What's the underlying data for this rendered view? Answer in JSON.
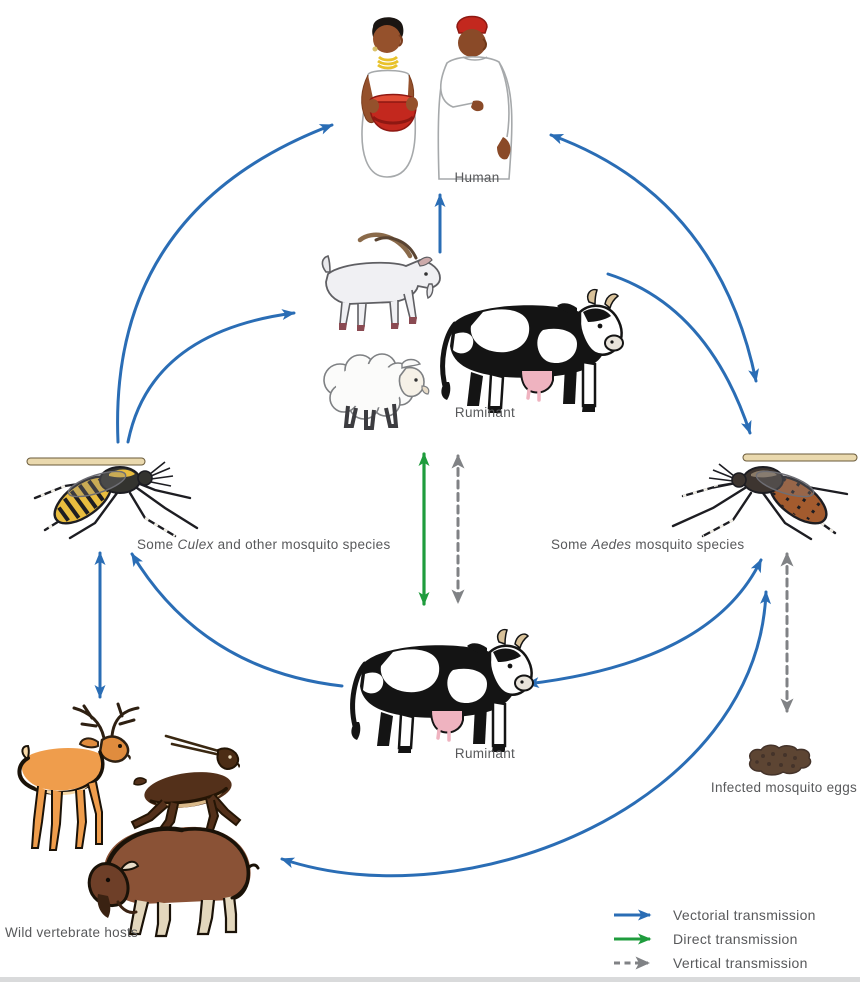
{
  "diagram": {
    "subject": "Mosquito-borne virus transmission cycle",
    "background": "#ffffff"
  },
  "colors": {
    "vectorial_blue": "#2a6db5",
    "direct_green": "#1f9c3d",
    "vertical_gray": "#808285",
    "label_text": "#58595b"
  },
  "nodes": {
    "human": {
      "label": "Human"
    },
    "ruminant_top": {
      "label": "Ruminant"
    },
    "culex_mosquito": {
      "label_pre": "Some ",
      "label_italic": "Culex",
      "label_post": " and other mosquito species"
    },
    "aedes_mosquito": {
      "label_pre": "Some ",
      "label_italic": "Aedes",
      "label_post": " mosquito species"
    },
    "ruminant_bottom": {
      "label": "Ruminant"
    },
    "wild_hosts": {
      "label": "Wild vertebrate hosts"
    },
    "infected_eggs": {
      "label": "Infected mosquito eggs"
    }
  },
  "edges": [
    {
      "from": "culex_mosquito",
      "to": "human",
      "type": "vectorial",
      "bidirectional": false
    },
    {
      "from": "culex_mosquito",
      "to": "ruminant_top",
      "type": "vectorial",
      "bidirectional": false
    },
    {
      "from": "ruminant_top",
      "to": "human",
      "type": "vectorial",
      "bidirectional": false
    },
    {
      "from": "aedes_mosquito",
      "to": "human",
      "type": "vectorial",
      "bidirectional": true
    },
    {
      "from": "ruminant_top",
      "to": "aedes_mosquito",
      "type": "vectorial",
      "bidirectional": false
    },
    {
      "from": "ruminant_top",
      "to": "ruminant_bottom",
      "type": "direct",
      "bidirectional": true
    },
    {
      "from": "ruminant_top",
      "to": "ruminant_bottom",
      "type": "vertical",
      "bidirectional": true
    },
    {
      "from": "culex_mosquito",
      "to": "wild_hosts",
      "type": "vectorial",
      "bidirectional": true
    },
    {
      "from": "ruminant_bottom",
      "to": "culex_mosquito",
      "type": "vectorial",
      "bidirectional": false
    },
    {
      "from": "aedes_mosquito",
      "to": "ruminant_bottom",
      "type": "vectorial",
      "bidirectional": true
    },
    {
      "from": "aedes_mosquito",
      "to": "wild_hosts",
      "type": "vectorial",
      "bidirectional": true
    },
    {
      "from": "aedes_mosquito",
      "to": "infected_eggs",
      "type": "vertical",
      "bidirectional": true
    }
  ],
  "legend": {
    "items": [
      {
        "id": "vectorial",
        "label": "Vectorial transmission"
      },
      {
        "id": "direct",
        "label": "Direct transmission"
      },
      {
        "id": "vertical",
        "label": "Vertical transmission"
      }
    ]
  }
}
